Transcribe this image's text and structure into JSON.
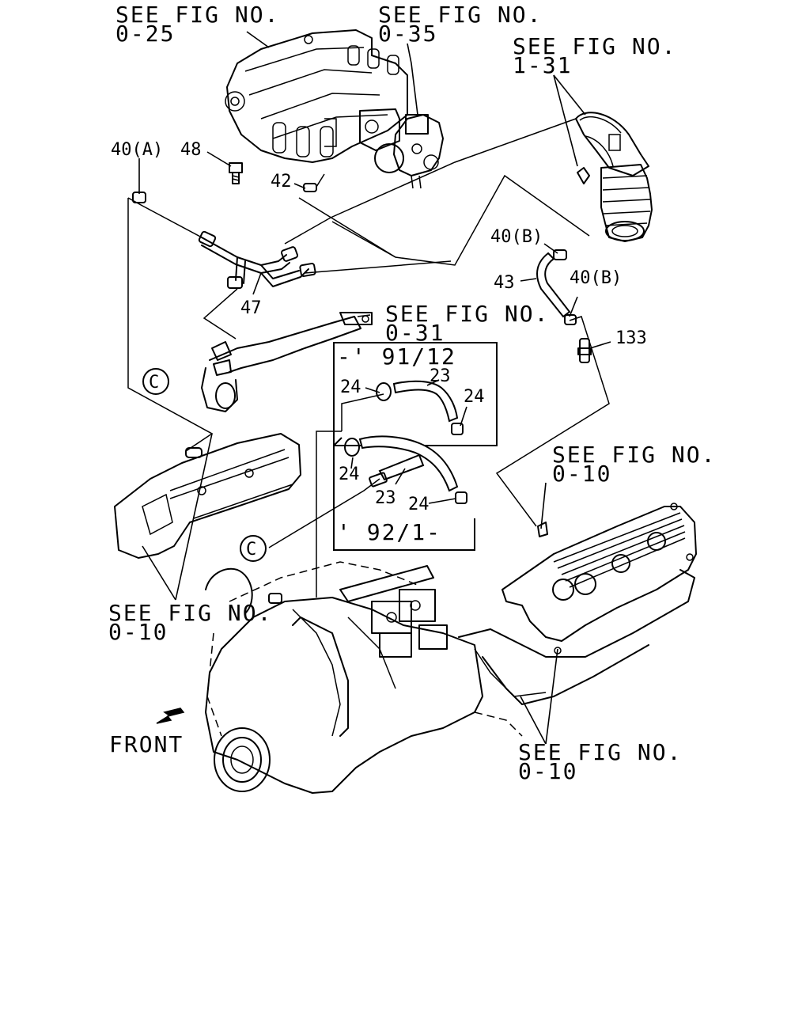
{
  "references": {
    "intake_manifold_line1": "SEE FIG NO.",
    "intake_manifold_line2": "0-25",
    "throttle_body_line1": "SEE FIG NO.",
    "throttle_body_line2": "0-35",
    "air_duct_line1": "SEE FIG NO.",
    "air_duct_line2": "1-31",
    "water_pipe_line1": "SEE FIG NO.",
    "water_pipe_line2": "0-31",
    "right_head_cover_line1": "SEE FIG NO.",
    "right_head_cover_line2": "0-10",
    "left_head_cover_line1": "SEE FIG NO.",
    "left_head_cover_line2": "0-10",
    "gasket_line1": "SEE FIG NO.",
    "gasket_line2": "0-10"
  },
  "callouts": {
    "hose_clip_a": "40(A)",
    "bolt": "48",
    "clip_42": "42",
    "pcv_pipe": "47",
    "hose_clip_b_upper": "40(B)",
    "hose_43": "43",
    "hose_clip_b_lower": "40(B)",
    "pcv_valve": "133",
    "clip_24_a": "24",
    "hose_23_a": "23",
    "clip_24_b": "24",
    "clip_24_c": "24",
    "hose_23_b": "23",
    "clip_24_d": "24",
    "connector_c_upper": "C",
    "connector_c_lower": "C"
  },
  "variants": {
    "early_label": "-' 91/12",
    "late_label": "' 92/1-"
  },
  "orientation": {
    "front_label": "FRONT"
  }
}
